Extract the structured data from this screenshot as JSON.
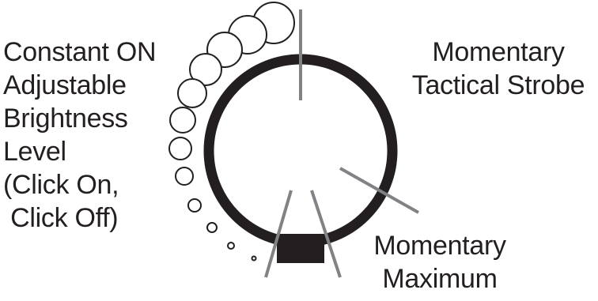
{
  "labels": {
    "left": [
      "Constant ON",
      "Adjustable",
      "Brightness",
      "Level",
      "(Click On,",
      " Click Off)"
    ],
    "right": [
      "Momentary",
      "Tactical Strobe"
    ],
    "bottom": [
      "Momentary",
      "Maximum"
    ]
  },
  "colors": {
    "ring": "#231f20",
    "indicator": "#808285",
    "bubble": "#231f20",
    "text": "#231f20"
  }
}
